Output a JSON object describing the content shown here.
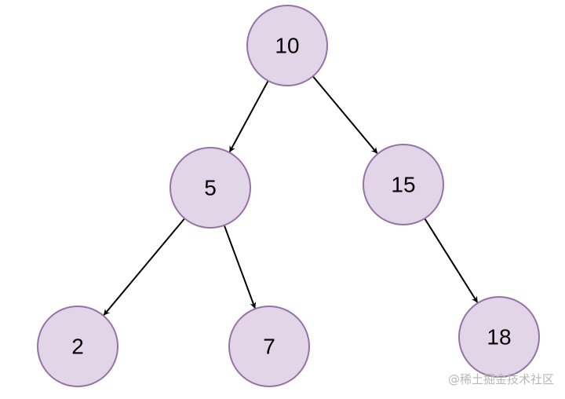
{
  "tree": {
    "nodes": [
      {
        "id": "n10",
        "label": "10"
      },
      {
        "id": "n5",
        "label": "5"
      },
      {
        "id": "n15",
        "label": "15"
      },
      {
        "id": "n2",
        "label": "2"
      },
      {
        "id": "n7",
        "label": "7"
      },
      {
        "id": "n18",
        "label": "18"
      }
    ],
    "edges": [
      {
        "from": "n10",
        "to": "n5"
      },
      {
        "from": "n10",
        "to": "n15"
      },
      {
        "from": "n5",
        "to": "n2"
      },
      {
        "from": "n5",
        "to": "n7"
      },
      {
        "from": "n15",
        "to": "n18"
      }
    ]
  },
  "colors": {
    "node_fill": "#e1d5e7",
    "node_stroke": "#9673a6",
    "edge": "#000000",
    "watermark": "#b8b8b8"
  },
  "watermark": {
    "text": "@稀土掘金技术社区"
  }
}
